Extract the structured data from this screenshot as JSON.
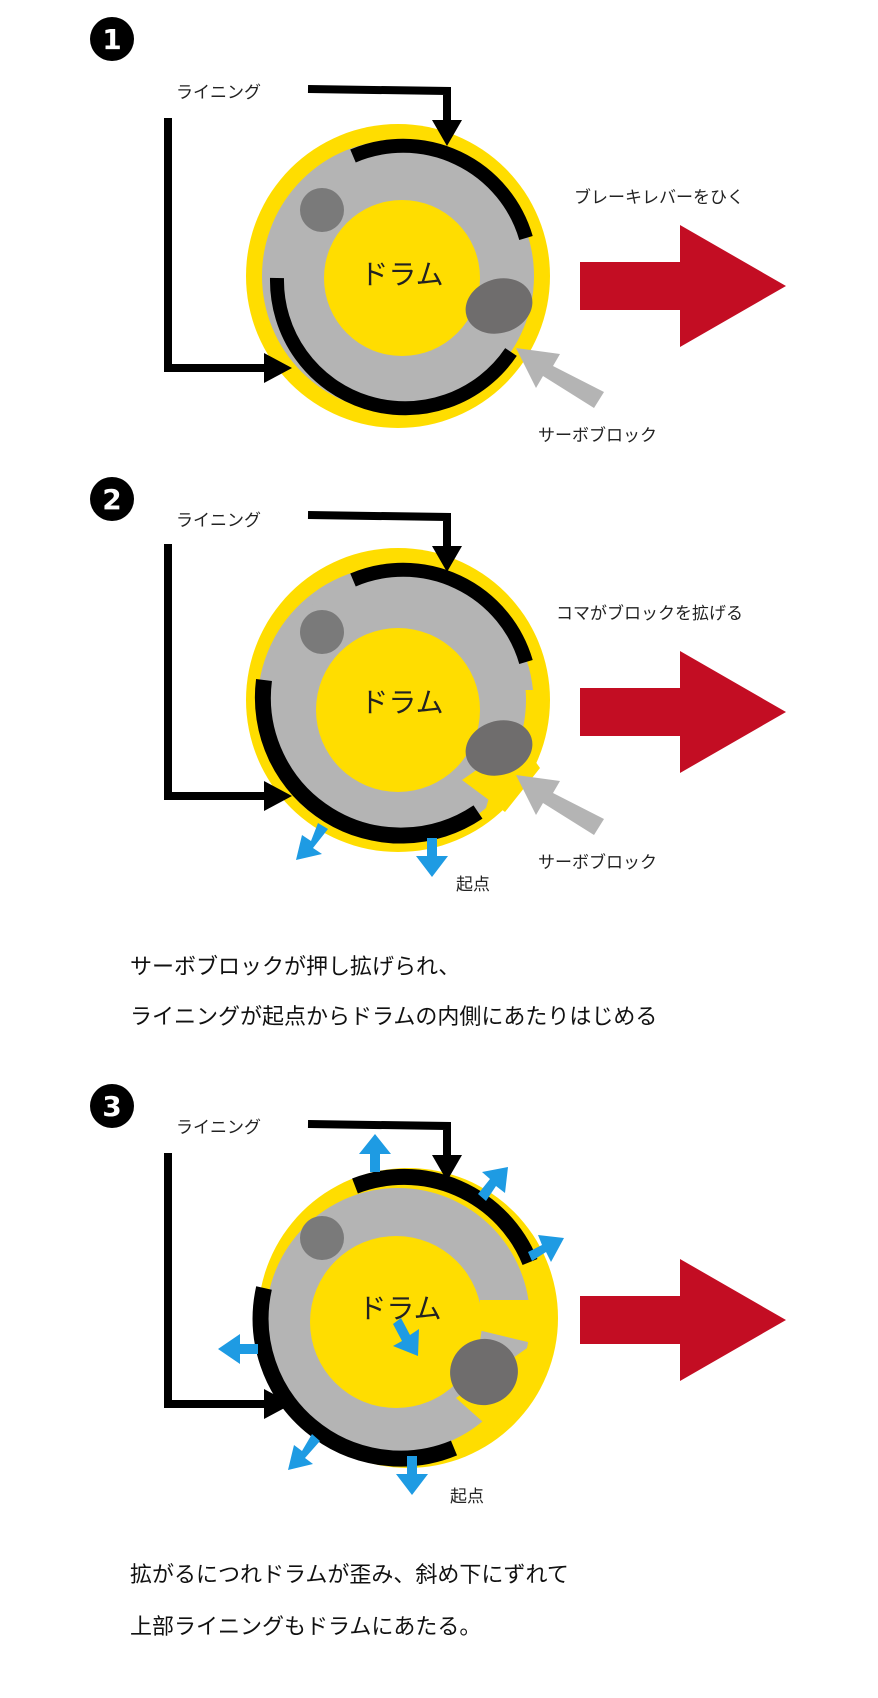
{
  "colors": {
    "drum": "#FFDD00",
    "block": "#B4B4B4",
    "lining": "#000000",
    "anchor": "#7A7A7A",
    "cam": "#6F6D6D",
    "arrow_red": "#C30D23",
    "arrow_blue": "#1E9BE3",
    "arrow_gray": "#B4B4B4"
  },
  "panels": [
    {
      "number": "1",
      "lining_label": "ライニング",
      "drum_label": "ドラム",
      "action_label": "ブレーキレバーをひく",
      "servo_label": "サーボブロック",
      "origin_label": ""
    },
    {
      "number": "2",
      "lining_label": "ライニング",
      "drum_label": "ドラム",
      "action_label": "コマがブロックを拡げる",
      "servo_label": "サーボブロック",
      "origin_label": "起点"
    },
    {
      "number": "3",
      "lining_label": "ライニング",
      "drum_label": "ドラム",
      "action_label": "",
      "servo_label": "",
      "origin_label": "起点"
    }
  ],
  "captions": {
    "step2_line1": "サーボブロックが押し拡げられ、",
    "step2_line2": "ライニングが起点からドラムの内側にあたりはじめる",
    "step3_line1": "拡がるにつれドラムが歪み、斜め下にずれて",
    "step3_line2": "上部ライニングもドラムにあたる。"
  }
}
